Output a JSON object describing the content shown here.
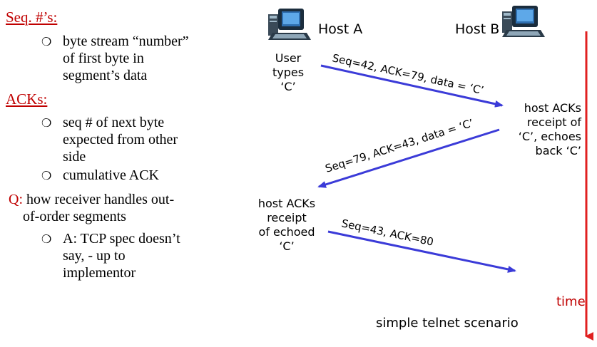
{
  "left_panel": {
    "seq_heading": "Seq. #’s:",
    "seq_bullets": [
      "byte stream “number” of first byte in segment’s data"
    ],
    "seq_lines": [
      "byte stream “number”",
      "of first byte in",
      "segment’s data"
    ],
    "acks_heading": "ACKs:",
    "ack_bullet1_lines": [
      "seq # of next byte",
      "expected from other",
      "side"
    ],
    "ack_bullet2": "cumulative ACK",
    "q_label": "Q:",
    "q_lines": [
      " how receiver handles out-",
      "of-order segments"
    ],
    "q_answer_lines": [
      "A: TCP spec doesn’t",
      "say, - up to",
      "implementor"
    ]
  },
  "diagram": {
    "host_a": "Host A",
    "host_b": "Host B",
    "user_types": [
      "User",
      "types",
      "‘C’"
    ],
    "msg1": "Seq=42, ACK=79, data = ‘C’",
    "host_b_note": [
      "host ACKs",
      "receipt of",
      "‘C’, echoes",
      "back ‘C’"
    ],
    "msg2": "Seq=79, ACK=43, data = ‘C’",
    "host_a_note": [
      "host ACKs",
      "receipt",
      "of echoed",
      "‘C’"
    ],
    "msg3": "Seq=43, ACK=80",
    "time_label": "time",
    "caption": "simple telnet scenario",
    "colors": {
      "arrow": "#3b3bd8",
      "time": "#e02020",
      "heading": "#c00000"
    }
  }
}
